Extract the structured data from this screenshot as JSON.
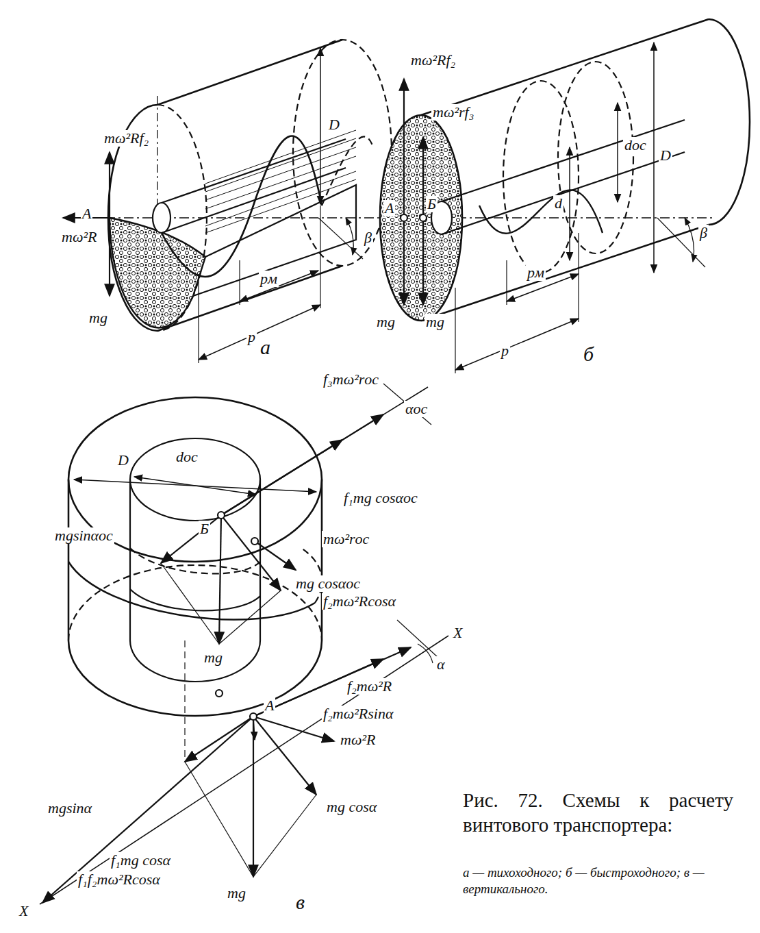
{
  "diagram": {
    "caption": "Рис. 72. Схемы к расчету винтового транспортера:",
    "labels": [
      "mω²Rf₂",
      "A",
      "mω²R",
      "mg",
      "D",
      "β",
      "pм",
      "p",
      "а",
      "mω²Rf₂",
      "mω²rf₃",
      "A",
      "Б",
      "mg",
      "mg",
      "d",
      "dос",
      "D",
      "β",
      "pм",
      "p",
      "б",
      "f₃mω²rос",
      "αос",
      "D",
      "dос",
      "f₁mg cosαос",
      "Б",
      "mgsinαос",
      "mω²rос",
      "mg cosαос",
      "f₂mω²Rcosα",
      "X",
      "α",
      "mg",
      "f₂mω²R",
      "f₂mω²Rsinα",
      "mω²R",
      "mg cosα",
      "mgsinα",
      "A",
      "f₁mg cosα",
      "f₁f₂mω²Rcosα",
      "X",
      "mg",
      "в",
      "а — тихоходного; б — быстроходного; в — вертикального."
    ]
  }
}
